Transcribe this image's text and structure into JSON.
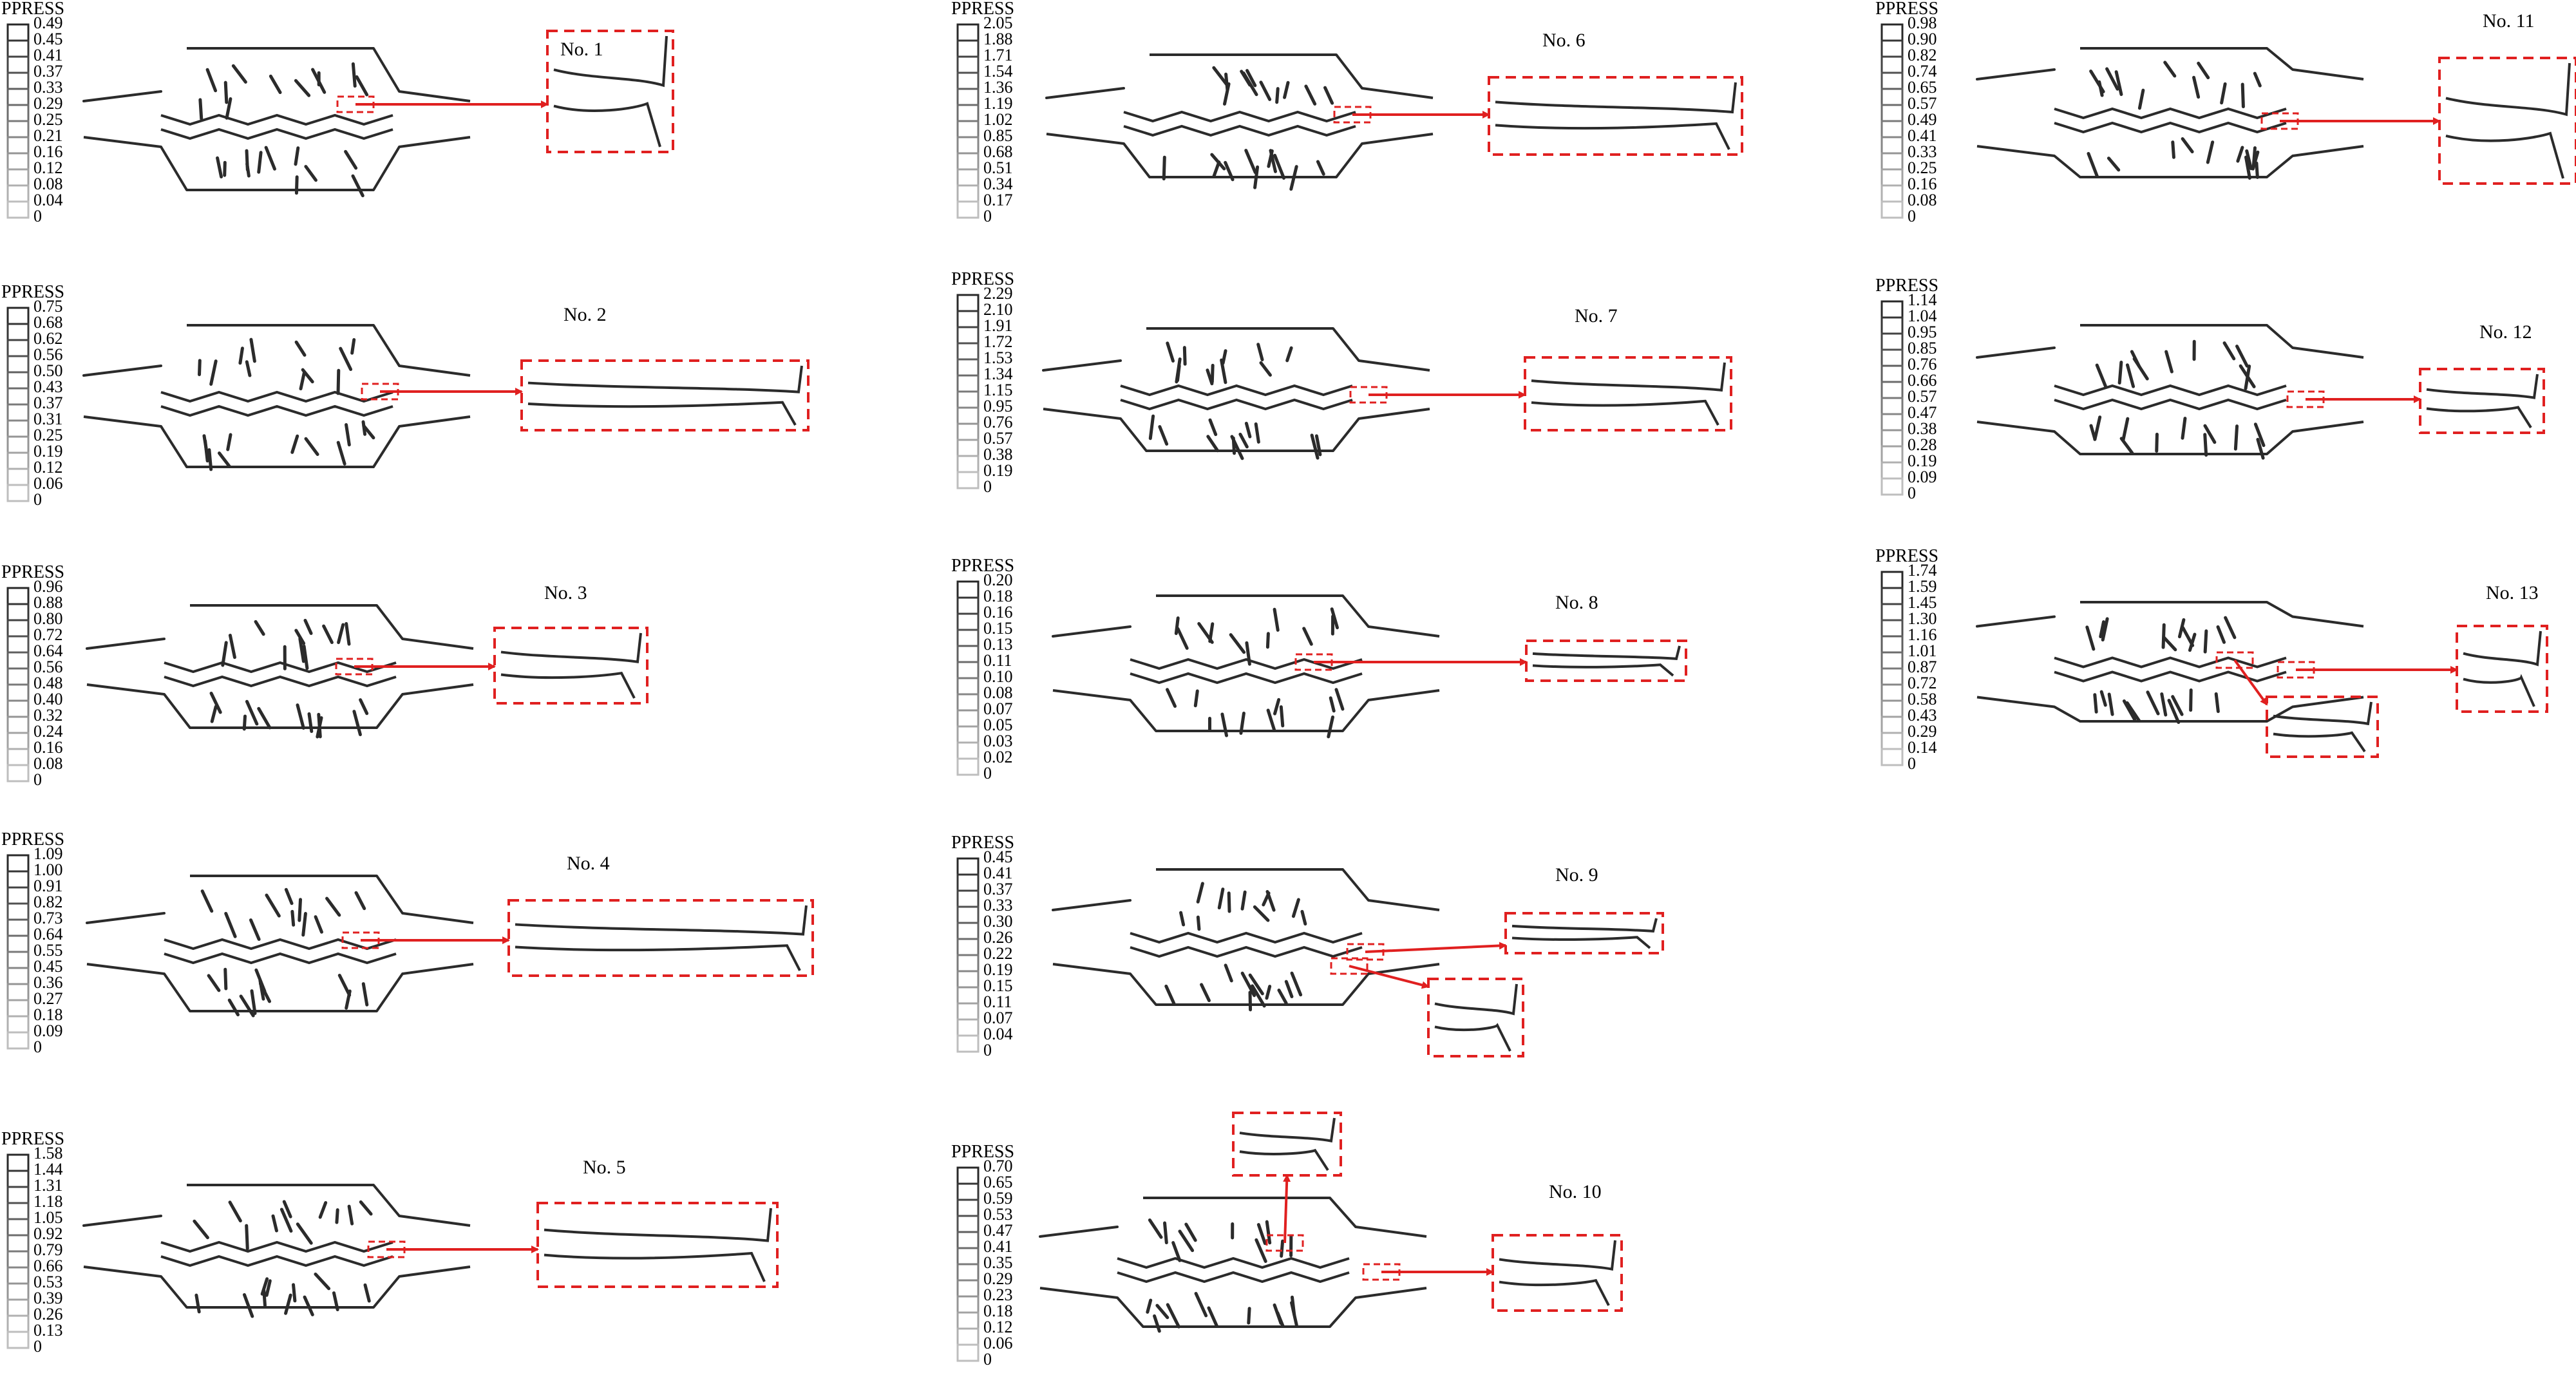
{
  "legend_heading": "PPRESS",
  "colors": {
    "line": "#2b2b2b",
    "accent": "#e02020",
    "legend_light": "#b8b8b8"
  },
  "panels": [
    {
      "id": 1,
      "title": "No. 1",
      "ticks": [
        "0.49",
        "0.45",
        "0.41",
        "0.37",
        "0.33",
        "0.29",
        "0.25",
        "0.21",
        "0.16",
        "0.12",
        "0.08",
        "0.04",
        "0"
      ]
    },
    {
      "id": 2,
      "title": "No. 2",
      "ticks": [
        "0.75",
        "0.68",
        "0.62",
        "0.56",
        "0.50",
        "0.43",
        "0.37",
        "0.31",
        "0.25",
        "0.19",
        "0.12",
        "0.06",
        "0"
      ]
    },
    {
      "id": 3,
      "title": "No. 3",
      "ticks": [
        "0.96",
        "0.88",
        "0.80",
        "0.72",
        "0.64",
        "0.56",
        "0.48",
        "0.40",
        "0.32",
        "0.24",
        "0.16",
        "0.08",
        "0"
      ]
    },
    {
      "id": 4,
      "title": "No. 4",
      "ticks": [
        "1.09",
        "1.00",
        "0.91",
        "0.82",
        "0.73",
        "0.64",
        "0.55",
        "0.45",
        "0.36",
        "0.27",
        "0.18",
        "0.09",
        "0"
      ]
    },
    {
      "id": 5,
      "title": "No. 5",
      "ticks": [
        "1.58",
        "1.44",
        "1.31",
        "1.18",
        "1.05",
        "0.92",
        "0.79",
        "0.66",
        "0.53",
        "0.39",
        "0.26",
        "0.13",
        "0"
      ]
    },
    {
      "id": 6,
      "title": "No. 6",
      "ticks": [
        "2.05",
        "1.88",
        "1.71",
        "1.54",
        "1.36",
        "1.19",
        "1.02",
        "0.85",
        "0.68",
        "0.51",
        "0.34",
        "0.17",
        "0"
      ]
    },
    {
      "id": 7,
      "title": "No. 7",
      "ticks": [
        "2.29",
        "2.10",
        "1.91",
        "1.72",
        "1.53",
        "1.34",
        "1.15",
        "0.95",
        "0.76",
        "0.57",
        "0.38",
        "0.19",
        "0"
      ]
    },
    {
      "id": 8,
      "title": "No. 8",
      "ticks": [
        "0.20",
        "0.18",
        "0.16",
        "0.15",
        "0.13",
        "0.11",
        "0.10",
        "0.08",
        "0.07",
        "0.05",
        "0.03",
        "0.02",
        "0"
      ]
    },
    {
      "id": 9,
      "title": "No. 9",
      "ticks": [
        "0.45",
        "0.41",
        "0.37",
        "0.33",
        "0.30",
        "0.26",
        "0.22",
        "0.19",
        "0.15",
        "0.11",
        "0.07",
        "0.04",
        "0"
      ]
    },
    {
      "id": 10,
      "title": "No. 10",
      "ticks": [
        "0.70",
        "0.65",
        "0.59",
        "0.53",
        "0.47",
        "0.41",
        "0.35",
        "0.29",
        "0.23",
        "0.18",
        "0.12",
        "0.06",
        "0"
      ]
    },
    {
      "id": 11,
      "title": "No. 11",
      "ticks": [
        "0.98",
        "0.90",
        "0.82",
        "0.74",
        "0.65",
        "0.57",
        "0.49",
        "0.41",
        "0.33",
        "0.25",
        "0.16",
        "0.08",
        "0"
      ]
    },
    {
      "id": 12,
      "title": "No. 12",
      "ticks": [
        "1.14",
        "1.04",
        "0.95",
        "0.85",
        "0.76",
        "0.66",
        "0.57",
        "0.47",
        "0.38",
        "0.28",
        "0.19",
        "0.09",
        "0"
      ]
    },
    {
      "id": 13,
      "title": "No. 13",
      "ticks": [
        "1.74",
        "1.59",
        "1.45",
        "1.30",
        "1.16",
        "1.01",
        "0.87",
        "0.72",
        "0.58",
        "0.43",
        "0.29",
        "0.14",
        "0"
      ]
    }
  ]
}
